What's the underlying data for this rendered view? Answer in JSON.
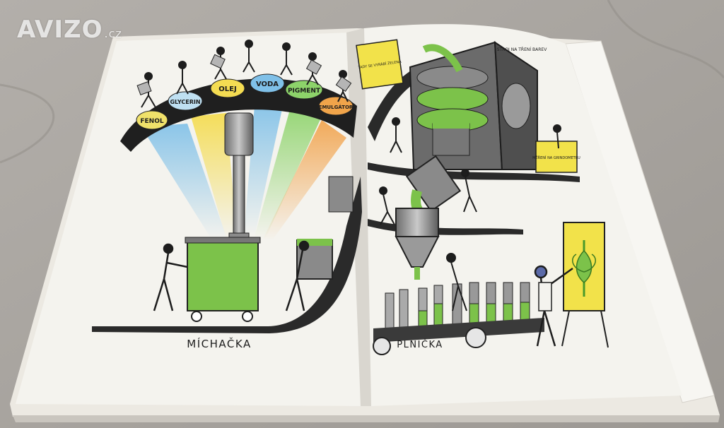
{
  "watermark": {
    "brand": "AVIZO",
    "tld": ".cz"
  },
  "left_page": {
    "arc_labels": [
      "FENOL",
      "GLYCERIN",
      "OLEJ",
      "VODA",
      "PIGMENT",
      "EMULGÁTOR"
    ],
    "caption": "MÍCHAČKA"
  },
  "right_page": {
    "sign_top": "TADY SE VYRÁBÍ ZELENÁ",
    "machine_label": "STROJ NA TŘENÍ BAREV",
    "measure_label": "MĚŘENÍ NA GRINDOMETRU",
    "caption": "PLNIČKA"
  },
  "colors": {
    "background": "#a9a5a0",
    "page": "#f2f1ec",
    "accent_green": "#7cc24a",
    "accent_yellow": "#f2e24a",
    "ink": "#1d1d1d"
  }
}
